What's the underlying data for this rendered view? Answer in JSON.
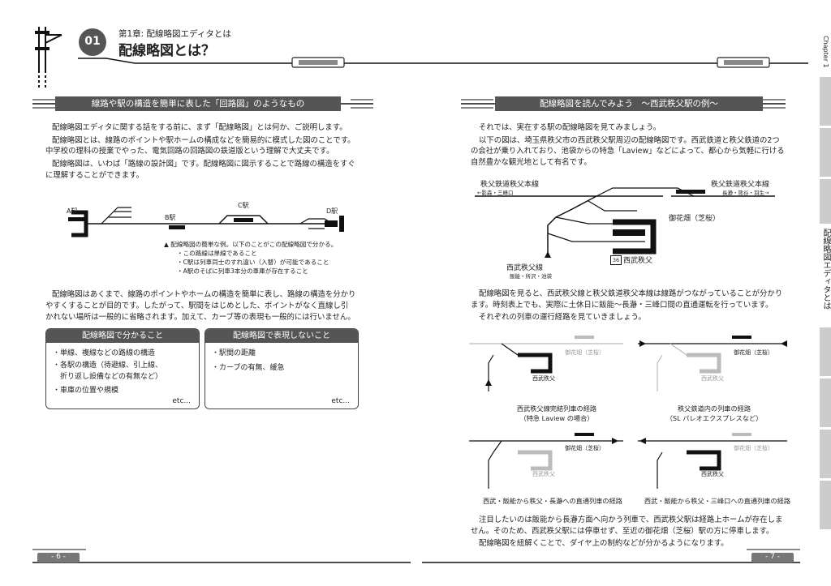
{
  "header": {
    "chapter_number": "01",
    "chapter_label": "第1章: 配線略図エディタとは",
    "title": "配線略図とは？"
  },
  "left": {
    "section_title": "線路や駅の構造を簡単に表した「回路図」のようなもの",
    "paragraphs": [
      "配線略図エディタに関する話をする前に、まず「配線略図」とは何か、ご説明します。",
      "配線略図とは、線路のポイントや駅ホームの構成などを簡易的に模式した図のことです。",
      "中学校の理科の授業でやった、電気回路の回路図の鉄道版という理解で大丈夫です。",
      "配線略図は、いわば「路線の設計図」です。配線略図に図示することで路線の構造をすぐ",
      "に理解することができます。"
    ],
    "diagram_labels": {
      "a": "A駅",
      "b": "B駅",
      "c": "C駅",
      "d": "D駅"
    },
    "diagram_caption": [
      "▲ 配線略図の簡単な例。以下のことがこの配線略図で分かる。",
      "・この路線は単線であること",
      "・C駅は列車同士のすれ違い（入替）が可能であること",
      "・A駅のそばに列車3本分の車庫が存在すること"
    ],
    "paragraphs2": [
      "配線略図はあくまで、線路のポイントやホームの構造を簡単に表し、路線の構造を分かり",
      "やすくすることが目的です。したがって、駅間をはじめとした、ポイントがなく直線し引",
      "かれない場所は一般的に省略されます。加えて、カーブ等の表現も一般的には行いません。"
    ],
    "box_can": {
      "title": "配線略図で分かること",
      "items": [
        "・単線、複線などの路線の構造",
        "・各駅の構造（待避線、引上線、",
        "　折り返し設備などの有無など）",
        "・車庫の位置や規模"
      ],
      "etc": "etc..."
    },
    "box_cannot": {
      "title": "配線略図で表現しないこと",
      "items": [
        "・駅間の距離",
        "・カーブの有無、緩急"
      ],
      "etc": "etc..."
    },
    "page_number": "- 6 -"
  },
  "right": {
    "section_title": "配線略図を読んでみよう　～西武秩父駅の例～",
    "paragraphs": [
      "それでは、実在する駅の配線略図を見てみましょう。",
      "以下の図は、埼玉県秩父市の西武秩父駅周辺の配線略図です。西武鉄道と秩父鉄道の2つ",
      "の会社が乗り入れており、池袋からの特急「Laview」などによって、都心から気軽に行ける",
      "自然豊かな観光地として有名です。"
    ],
    "map_labels": {
      "line_left": "秩父鉄道秩父本線",
      "dir_left": "←影森・三峰口",
      "line_right": "秩父鉄道秩父本線",
      "dir_right": "長瀞・熊谷・羽生→",
      "ohanabatake": "御花畑（芝桜）",
      "seibu_line": "西武秩父線",
      "seibu_dir": "飯能・所沢・池袋",
      "seibu_chichibu": "西武秩父",
      "station_code": "36"
    },
    "paragraphs2": [
      "配線略図を見ると、西武秩父線と秩父鉄道秩父本線は線路がつながっていることが分かり",
      "ます。時刻表上でも、実際に土休日に飯能～長瀞・三峰口間の直通運転を行っています。",
      "それぞれの列車の運行経路を見ていきましょう。"
    ],
    "mini_station_a": "御花畑（芝桜）",
    "mini_station_b": "西武秩父",
    "route_captions": [
      [
        "西武秩父線完結列車の経路",
        "（特急 Laview の場合）"
      ],
      [
        "秩父鉄道内の列車の経路",
        "（SL パレオエクスプレスなど）"
      ],
      [
        "西武・飯能から秩父・長瀞への直通列車の経路"
      ],
      [
        "西武・飯能から秩父・三峰口への直通列車の経路"
      ]
    ],
    "paragraphs3": [
      "注目したいのは飯能から長瀞方面へ向かう列車で、西武秩父駅は経路上ホームが存在しま",
      "せん。そのため、西武秩父駅には停車せず、至近の御花畑（芝桜）駅の方に停車します。",
      "配線略図を紐解くことで、ダイヤ上の制約などが分かるようになります。"
    ],
    "page_number": "- 7 -"
  },
  "sidebar": {
    "chapter_tab": "Chapter 1",
    "vertical_title": "配線略図エディタとは"
  },
  "colors": {
    "header_bar": "#555555",
    "accent_dark": "#111111",
    "route_gray": "#bbbbbb"
  }
}
